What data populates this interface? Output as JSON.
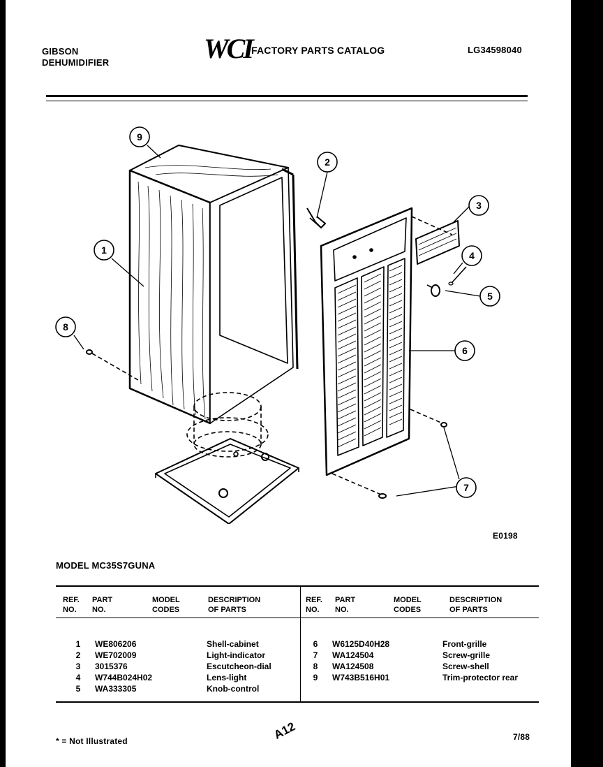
{
  "header": {
    "brand_line1": "GIBSON",
    "brand_line2": "DEHUMIDIFIER",
    "logo_text": "WCI",
    "catalog_title": "FACTORY PARTS CATALOG",
    "catalog_number": "LG34598040"
  },
  "figure": {
    "id": "E0198",
    "callouts": [
      "1",
      "2",
      "3",
      "4",
      "5",
      "6",
      "7",
      "8",
      "9"
    ]
  },
  "model_line": "MODEL MC35S7GUNA",
  "table": {
    "headers": {
      "ref": [
        "REF.",
        "NO."
      ],
      "part": [
        "PART",
        "NO."
      ],
      "model": [
        "MODEL",
        "CODES"
      ],
      "desc": [
        "DESCRIPTION",
        "OF PARTS"
      ]
    },
    "left_rows": [
      {
        "ref": "1",
        "part": "WE806206",
        "desc": "Shell-cabinet"
      },
      {
        "ref": "2",
        "part": "WE702009",
        "desc": "Light-indicator"
      },
      {
        "ref": "3",
        "part": "3015376",
        "desc": "Escutcheon-dial"
      },
      {
        "ref": "4",
        "part": "W744B024H02",
        "desc": "Lens-light"
      },
      {
        "ref": "5",
        "part": "WA333305",
        "desc": "Knob-control"
      }
    ],
    "right_rows": [
      {
        "ref": "6",
        "part": "W6125D40H28",
        "desc": "Front-grille"
      },
      {
        "ref": "7",
        "part": "WA124504",
        "desc": "Screw-grille"
      },
      {
        "ref": "8",
        "part": "WA124508",
        "desc": "Screw-shell"
      },
      {
        "ref": "9",
        "part": "W743B516H01",
        "desc": "Trim-protector rear"
      }
    ]
  },
  "footer": {
    "note": "* = Not Illustrated",
    "page": "A12",
    "date": "7/88"
  },
  "colors": {
    "ink": "#000000",
    "paper": "#ffffff",
    "frame": "#000000"
  }
}
